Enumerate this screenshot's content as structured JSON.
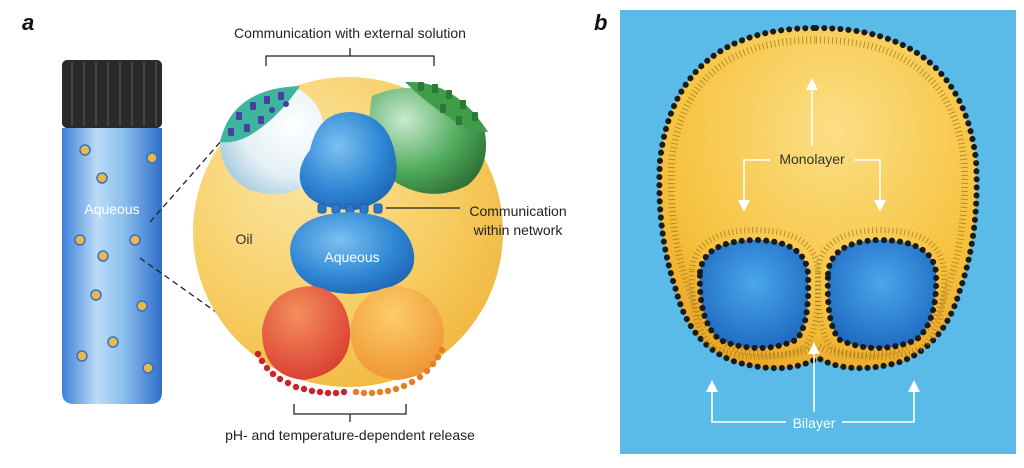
{
  "panel_a": {
    "letter": "a",
    "label_top": "Communication with external solution",
    "label_comm_line1": "Communication",
    "label_comm_line2": "within network",
    "label_vial": "Aqueous",
    "label_oil": "Oil",
    "label_inner": "Aqueous",
    "label_bottom": "pH- and temperature-dependent release"
  },
  "panel_b": {
    "letter": "b",
    "label_monolayer": "Monolayer",
    "label_bilayer": "Bilayer"
  },
  "colors": {
    "panel_b_background": "#5bbbe8",
    "oil": "#f7c744",
    "aqueous": "#2f87d4",
    "red_droplet": "#e8473a",
    "orange_droplet": "#f3a43a",
    "green_droplet": "#3f9d4a",
    "teal_cap": "#3fb5a0",
    "vial_cap": "#2a2a2a"
  }
}
